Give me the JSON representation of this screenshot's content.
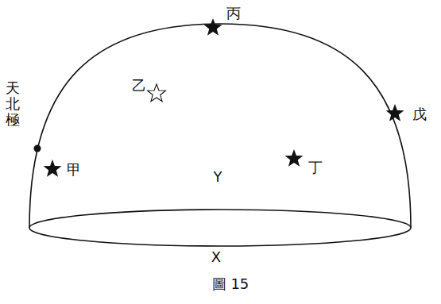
{
  "diagram": {
    "caption": "圖 15",
    "labels": [
      "天北極",
      "甲",
      "乙",
      "丙",
      "丁",
      "戊",
      "Y",
      "X"
    ]
  }
}
